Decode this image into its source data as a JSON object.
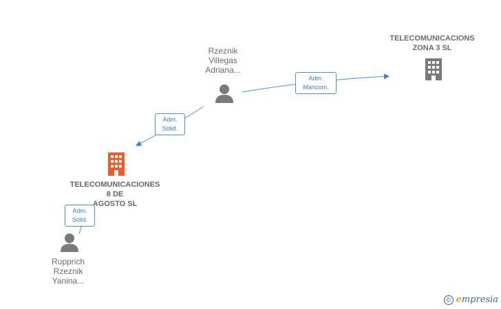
{
  "nodes": {
    "person_rv": {
      "lines": [
        "Rzeznik",
        "Villegas",
        "Adriana..."
      ],
      "type": "person"
    },
    "company_z3": {
      "lines": [
        "TELECOMUNICACIONS",
        "ZONA 3 SL"
      ],
      "type": "company"
    },
    "company_8a": {
      "lines": [
        "TELECOMUNICACIONES",
        "8 DE",
        "AGOSTO  SL"
      ],
      "type": "company-main"
    },
    "person_rr": {
      "lines": [
        "Rupprich",
        "Rzeznik",
        "Yanina..."
      ],
      "type": "person"
    }
  },
  "edges": {
    "e1": {
      "lines": [
        "Adm.",
        "Mancom."
      ]
    },
    "e2": {
      "lines": [
        "Adm.",
        "Solid."
      ]
    },
    "e3": {
      "lines": [
        "Adm.",
        "Solid."
      ]
    }
  },
  "colors": {
    "edge": "#4a90d9",
    "person_icon": "#7a7a7a",
    "company_icon": "#7a7a7a",
    "main_company_icon": "#f25a29"
  },
  "watermark": {
    "copyright": "©",
    "brand_initial": "e",
    "brand_rest": "mpresia"
  }
}
